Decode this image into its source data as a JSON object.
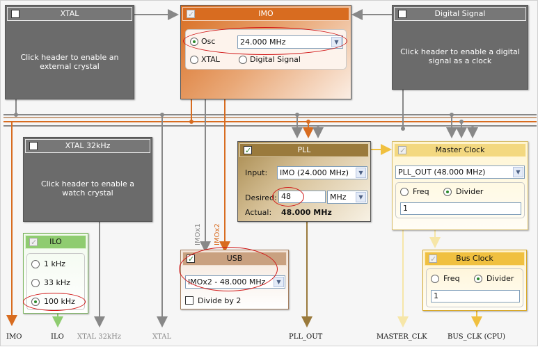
{
  "colors": {
    "accent_orange": "#d86c20",
    "pll_brown": "#9a7a3c",
    "master_yellow": "#f3d880",
    "bus_gold": "#f0c040",
    "ilo_green": "#8fcc70",
    "usb_tan": "#c9a180",
    "highlight_red": "#d11818"
  },
  "xtal": {
    "title": "XTAL",
    "enabled": false,
    "message": "Click header to enable an external crystal",
    "icon": "checkbox-icon"
  },
  "imo": {
    "title": "IMO",
    "enabled": true,
    "source_options": [
      {
        "label": "Osc",
        "selected": true
      },
      {
        "label": "XTAL",
        "selected": false
      },
      {
        "label": "Digital Signal",
        "selected": false
      }
    ],
    "frequency": "24.000 MHz"
  },
  "digital_signal": {
    "title": "Digital Signal",
    "enabled": false,
    "message": "Click header to enable a digital signal as a clock"
  },
  "xtal32": {
    "title": "XTAL 32kHz",
    "enabled": false,
    "message": "Click header to enable a watch crystal"
  },
  "ilo": {
    "title": "ILO",
    "enabled": true,
    "options": [
      {
        "label": "1 kHz",
        "selected": false
      },
      {
        "label": "33 kHz",
        "selected": false
      },
      {
        "label": "100 kHz",
        "selected": true
      }
    ]
  },
  "pll": {
    "title": "PLL",
    "enabled": true,
    "input_label": "Input:",
    "input_value": "IMO (24.000 MHz)",
    "desired_label": "Desired:",
    "desired_value": "48",
    "desired_unit": "MHz",
    "actual_label": "Actual:",
    "actual_value": "48.000 MHz"
  },
  "usb": {
    "title": "USB",
    "enabled": true,
    "source": "IMOx2 - 48.000 MHz",
    "divide_label": "Divide by 2",
    "divide_checked": false
  },
  "master_clock": {
    "title": "Master Clock",
    "enabled": true,
    "source": "PLL_OUT (48.000 MHz)",
    "mode_options": [
      {
        "label": "Freq",
        "selected": false
      },
      {
        "label": "Divider",
        "selected": true
      }
    ],
    "divider_value": "1"
  },
  "bus_clock": {
    "title": "Bus Clock",
    "enabled": true,
    "mode_options": [
      {
        "label": "Freq",
        "selected": false
      },
      {
        "label": "Divider",
        "selected": true
      }
    ],
    "divider_value": "1"
  },
  "wire_labels": {
    "imox1": "IMOx1",
    "imox2": "IMOx2"
  },
  "outputs": {
    "imo": "IMO",
    "ilo": "ILO",
    "xtal32": "XTAL 32kHz",
    "xtal": "XTAL",
    "pll_out": "PLL_OUT",
    "master_clk": "MASTER_CLK",
    "bus_clk": "BUS_CLK (CPU)"
  }
}
